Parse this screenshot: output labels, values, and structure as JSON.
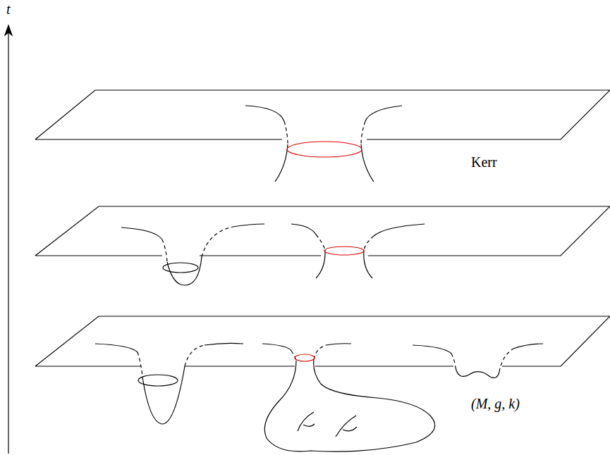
{
  "diagram": {
    "labels": [
      "t",
      "Kerr",
      "(M, g, k)"
    ]
  }
}
